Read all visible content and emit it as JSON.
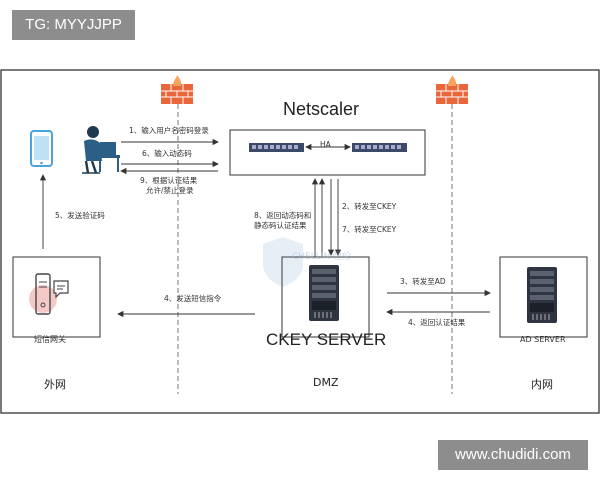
{
  "tags": {
    "top_left": "TG: MYYJJPP",
    "bottom_right": "www.chudidi.com"
  },
  "netscaler": {
    "title": "Netscaler",
    "ha": "HA"
  },
  "ckey": {
    "title": "CKEY SERVER"
  },
  "sms_gateway": {
    "label": "短信网关"
  },
  "ad_server": {
    "label": "AD SERVER"
  },
  "zones": {
    "outer": "外网",
    "dmz": "DMZ",
    "inner": "内网"
  },
  "steps": {
    "s1": "1、输入用户名密码登录",
    "s2": "2、转发至CKEY",
    "s3": "3、转发至AD",
    "s4_ad": "4、返回认证结果",
    "s4_sms": "4、发送短信指令",
    "s5": "5、发送验证码",
    "s6": "6、输入动态码",
    "s7": "7、转发至CKEY",
    "s8_line1": "8、返回动态码和",
    "s8_line2": "静态码认证结果",
    "s9_line1": "9、根据认证结果",
    "s9_line2": "允许/禁止登录"
  },
  "watermark": {
    "text": "CHELLIN 恒伦"
  },
  "colors": {
    "firewall": "#e8663a",
    "arrow": "#333333",
    "switch": "#3b4a66",
    "server": "#2f3540",
    "phone": "#4aa3df",
    "user": "#2c5f86"
  }
}
